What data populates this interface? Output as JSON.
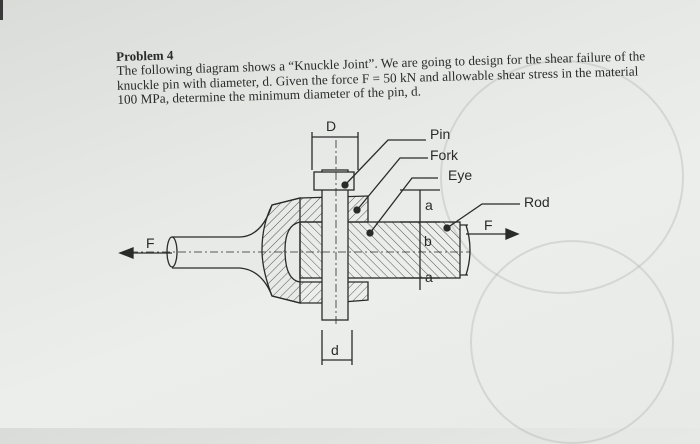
{
  "document": {
    "problem_title": "Problem 4",
    "paragraph": "The following diagram shows a “Knuckle Joint”.  We are going to design for the shear failure of the knuckle pin with diameter, d.  Given the force F = 50 kN and allowable shear stress in the material 100 MPa, determine the minimum diameter of the pin, d."
  },
  "diagram": {
    "labels": {
      "pin": "Pin",
      "fork": "Fork",
      "eye": "Eye",
      "rod": "Rod",
      "force_left": "F",
      "force_right": "F",
      "dim_D": "D",
      "dim_d": "d",
      "dim_a_top": "a",
      "dim_a_bottom": "a",
      "dim_b": "b"
    }
  },
  "colors": {
    "paper": "#e8eae8",
    "ink": "#2a2a2a"
  }
}
